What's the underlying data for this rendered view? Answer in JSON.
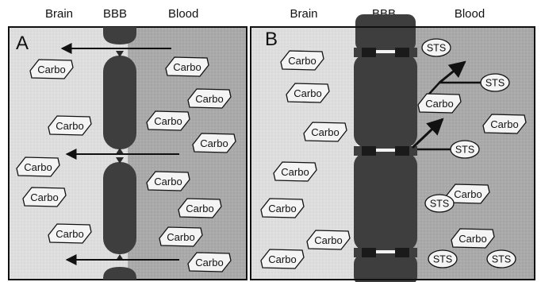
{
  "headers": {
    "a_brain": "Brain",
    "a_bbb": "BBB",
    "a_blood": "Blood",
    "b_brain": "Brain",
    "b_bbb": "BBB",
    "b_blood": "Blood"
  },
  "panels": {
    "a": {
      "letter": "A"
    },
    "b": {
      "letter": "B"
    }
  },
  "labels": {
    "carbo": "Carbo",
    "sts": "STS"
  },
  "colors": {
    "brain_bg": "#dedede",
    "blood_bg": "#a9a9a9",
    "cell": "#3e3e3e",
    "junction": "#1a1a1a",
    "pill_fill": "#f4f4f4"
  }
}
